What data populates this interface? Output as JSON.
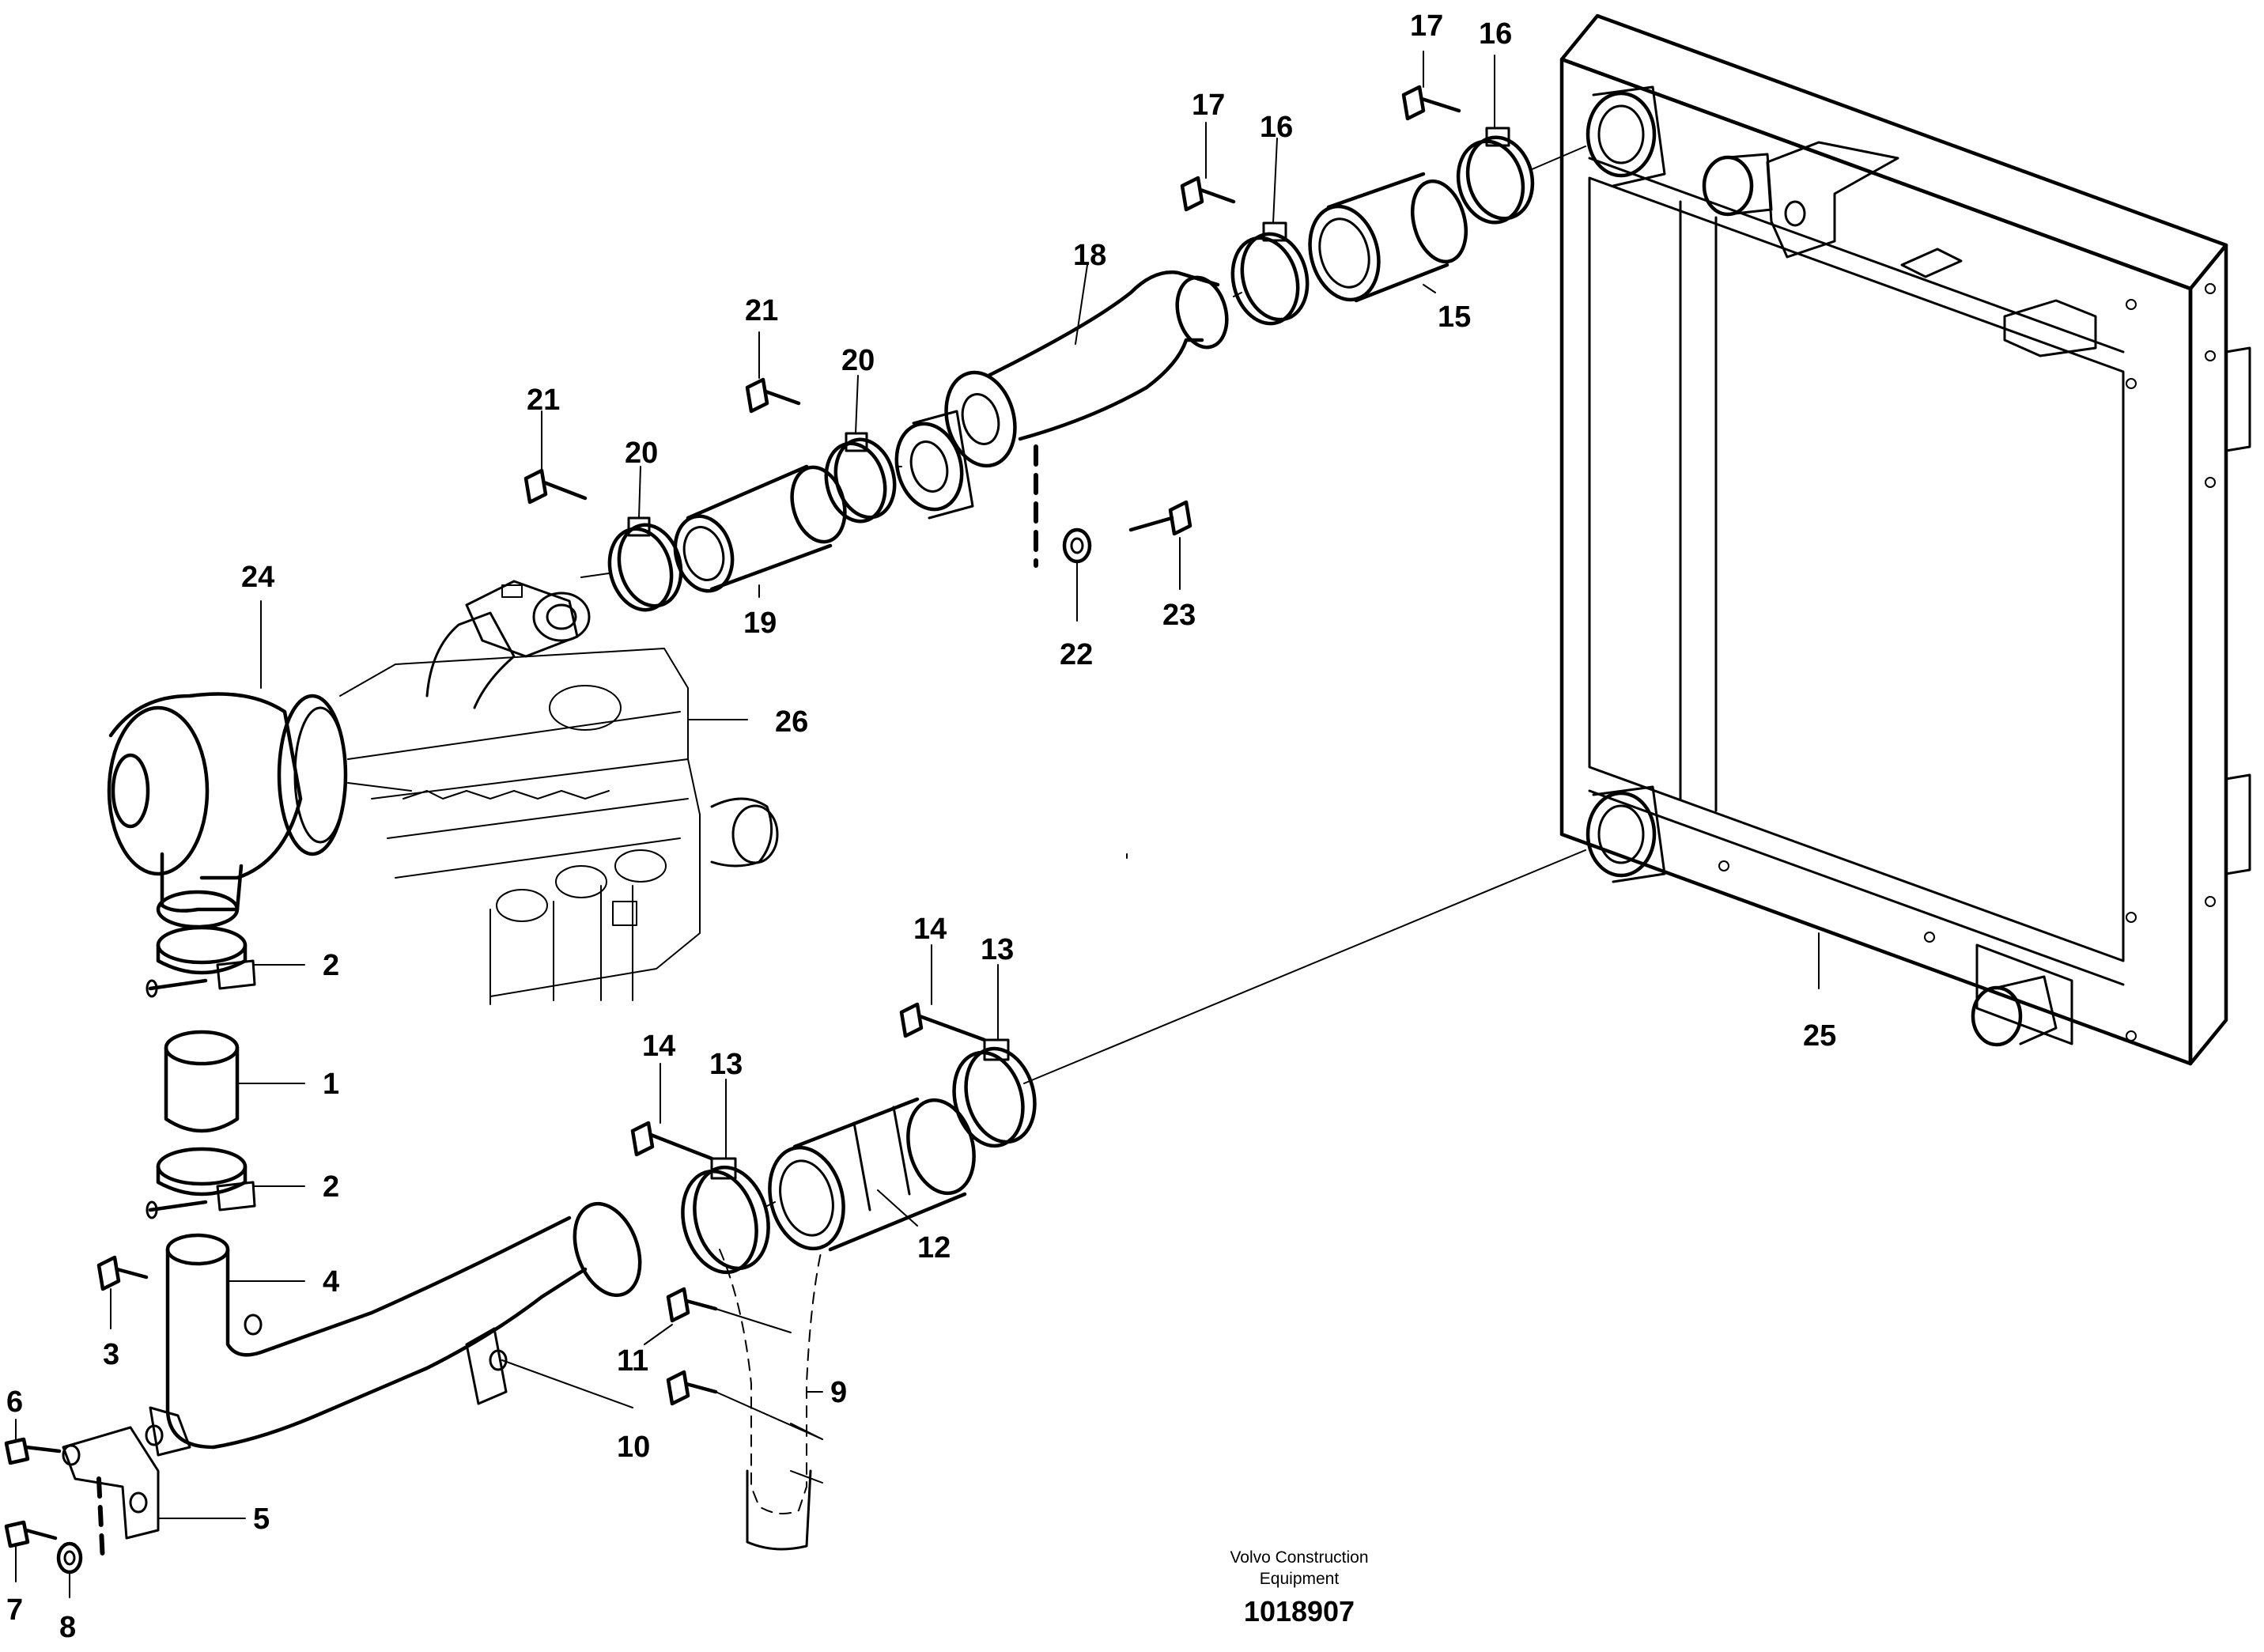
{
  "callouts": [
    {
      "id": "c17a",
      "text": "17"
    },
    {
      "id": "c16a",
      "text": "16"
    },
    {
      "id": "c17b",
      "text": "17"
    },
    {
      "id": "c16b",
      "text": "16"
    },
    {
      "id": "c18",
      "text": "18"
    },
    {
      "id": "c15",
      "text": "15"
    },
    {
      "id": "c21a",
      "text": "21"
    },
    {
      "id": "c20a",
      "text": "20"
    },
    {
      "id": "c21b",
      "text": "21"
    },
    {
      "id": "c20b",
      "text": "20"
    },
    {
      "id": "c19",
      "text": "19"
    },
    {
      "id": "c22",
      "text": "22"
    },
    {
      "id": "c23",
      "text": "23"
    },
    {
      "id": "c24",
      "text": "24"
    },
    {
      "id": "c26",
      "text": "26"
    },
    {
      "id": "c25",
      "text": "25"
    },
    {
      "id": "c2a",
      "text": "2"
    },
    {
      "id": "c1",
      "text": "1"
    },
    {
      "id": "c2b",
      "text": "2"
    },
    {
      "id": "c4",
      "text": "4"
    },
    {
      "id": "c3",
      "text": "3"
    },
    {
      "id": "c6",
      "text": "6"
    },
    {
      "id": "c5",
      "text": "5"
    },
    {
      "id": "c7",
      "text": "7"
    },
    {
      "id": "c8",
      "text": "8"
    },
    {
      "id": "c14a",
      "text": "14"
    },
    {
      "id": "c13a",
      "text": "13"
    },
    {
      "id": "c14b",
      "text": "14"
    },
    {
      "id": "c13b",
      "text": "13"
    },
    {
      "id": "c12",
      "text": "12"
    },
    {
      "id": "c11",
      "text": "11"
    },
    {
      "id": "c9",
      "text": "9"
    },
    {
      "id": "c10",
      "text": "10"
    }
  ],
  "caption": {
    "line1": "Volvo Construction",
    "line2": "Equipment",
    "number": "1018907"
  }
}
